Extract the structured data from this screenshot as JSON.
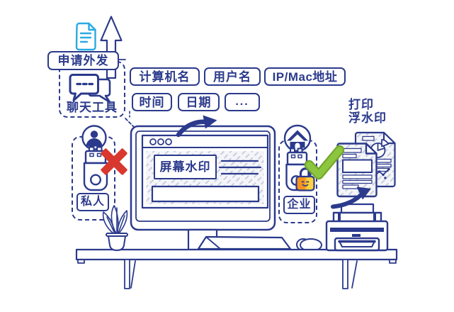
{
  "colors": {
    "outline_navy": "#2b3a8c",
    "doc_blue": "#29abe2",
    "cross_red": "#d8382e",
    "check_green": "#8cc63e",
    "check_green_dark": "#74a62e",
    "lock_orange": "#f7941e",
    "lock_yellow": "#ffd23f",
    "hatch_line": "#c9cede"
  },
  "flow": {
    "apply_outgoing_label": "申请外发",
    "chat_tool_label": "聊天工具"
  },
  "watermark_fields": [
    "计算机名",
    "用户名",
    "IP/Mac地址",
    "时间",
    "日期",
    "..."
  ],
  "screen": {
    "watermark_label": "屏幕水印"
  },
  "usb_policies": {
    "private_label": "私人",
    "enterprise_label": "企业"
  },
  "print": {
    "watermark_label_line1": "打印",
    "watermark_label_line2": "浮水印"
  },
  "icons": [
    "document-icon",
    "arrow-up-icon",
    "chat-bubbles-icon",
    "user-icon",
    "home-icon",
    "usb-drive-icon",
    "padlock-icon",
    "cross-icon",
    "check-icon",
    "curved-arrow-icon",
    "monitor-icon",
    "browser-window-icon",
    "keyboard-icon",
    "mouse-icon",
    "desk-icon",
    "plant-icon",
    "printer-icon",
    "watermarked-pages-icon"
  ]
}
